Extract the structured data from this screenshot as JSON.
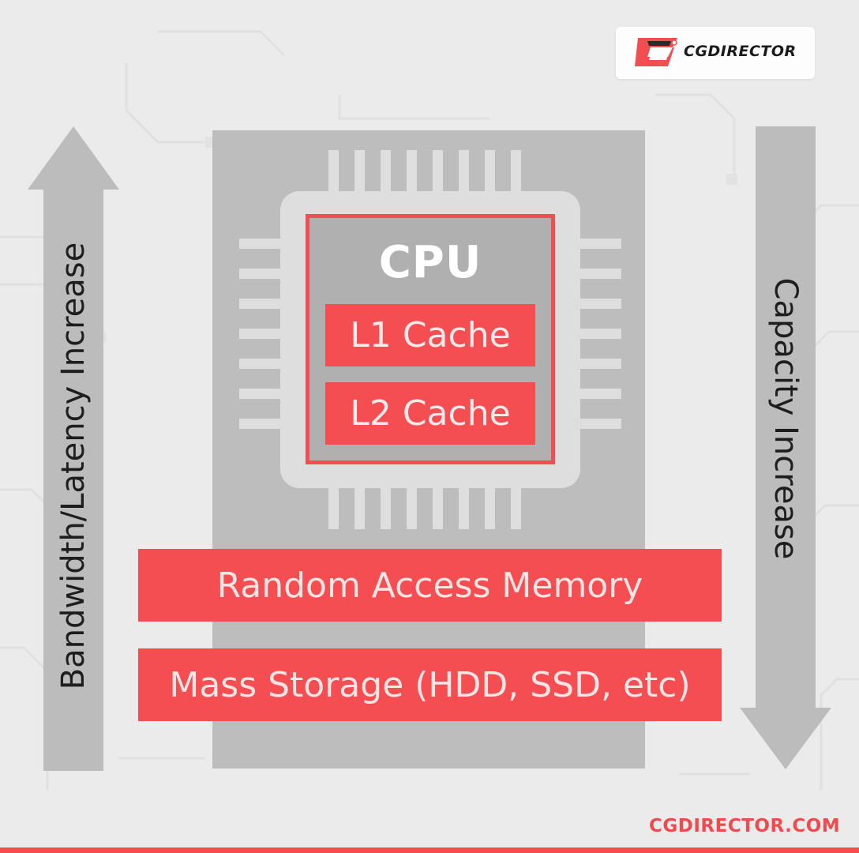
{
  "brand": {
    "logo_text": "CGDIRECTOR",
    "website": "CGDIRECTOR.COM",
    "accent_color": "#f44e52"
  },
  "axes": {
    "left_arrow_label": "Bandwidth/Latency Increase",
    "right_arrow_label": "Capacity Increase"
  },
  "cpu": {
    "label": "CPU",
    "l1_label": "L1 Cache",
    "l2_label": "L2 Cache"
  },
  "tiers": {
    "ram_label": "Random Access Memory",
    "storage_label": "Mass Storage (HDD, SSD, etc)"
  },
  "icons": [
    "cgdirector-logo-icon",
    "arrow-up-icon",
    "arrow-down-icon",
    "cpu-chip-icon"
  ]
}
